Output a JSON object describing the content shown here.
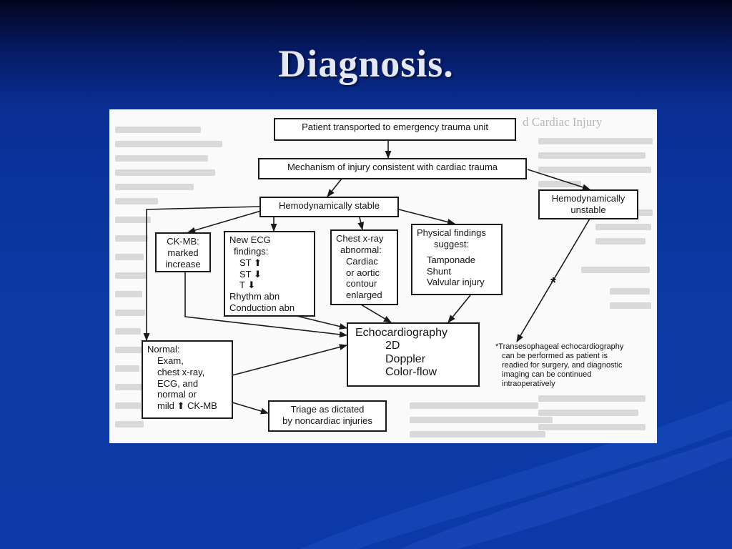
{
  "slide": {
    "title": "Diagnosis.",
    "background_color": "#0b3aa5",
    "title_color": "#e4e8f4"
  },
  "diagram": {
    "background_heading": "d Cardiac Injury",
    "nodes": {
      "transported": {
        "lines": [
          "Patient transported to emergency trauma unit"
        ]
      },
      "mechanism": {
        "lines": [
          "Mechanism of injury consistent with cardiac trauma"
        ]
      },
      "stable": {
        "lines": [
          "Hemodynamically stable"
        ]
      },
      "unstable": {
        "lines": [
          "Hemodynamically",
          "unstable"
        ]
      },
      "ckmb": {
        "lines": [
          "CK-MB:",
          "marked",
          "increase"
        ]
      },
      "ecg": {
        "lines": [
          "New ECG",
          "findings:",
          "ST ⬆",
          "ST ⬇",
          "T ⬇",
          "Rhythm abn",
          "Conduction abn"
        ]
      },
      "chest": {
        "lines": [
          "Chest x-ray",
          "abnormal:",
          "Cardiac",
          "or aortic",
          "contour",
          "enlarged"
        ]
      },
      "physical": {
        "lines": [
          "Physical findings",
          "suggest:",
          "Tamponade",
          "Shunt",
          "Valvular injury"
        ]
      },
      "echo": {
        "lines": [
          "Echocardiography",
          "2D",
          "Doppler",
          "Color-flow"
        ]
      },
      "normal": {
        "lines": [
          "Normal:",
          "Exam,",
          "chest x-ray,",
          "ECG, and",
          "normal or",
          "mild ⬆ CK-MB"
        ]
      },
      "triage": {
        "lines": [
          "Triage as dictated",
          "by noncardiac injuries"
        ]
      }
    },
    "footnote": {
      "marker": "*",
      "lines": [
        "*Transesophageal echocardiography",
        "can be performed as patient is",
        "readied for surgery, and diagnostic",
        "imaging can be continued",
        "intraoperatively"
      ]
    }
  }
}
